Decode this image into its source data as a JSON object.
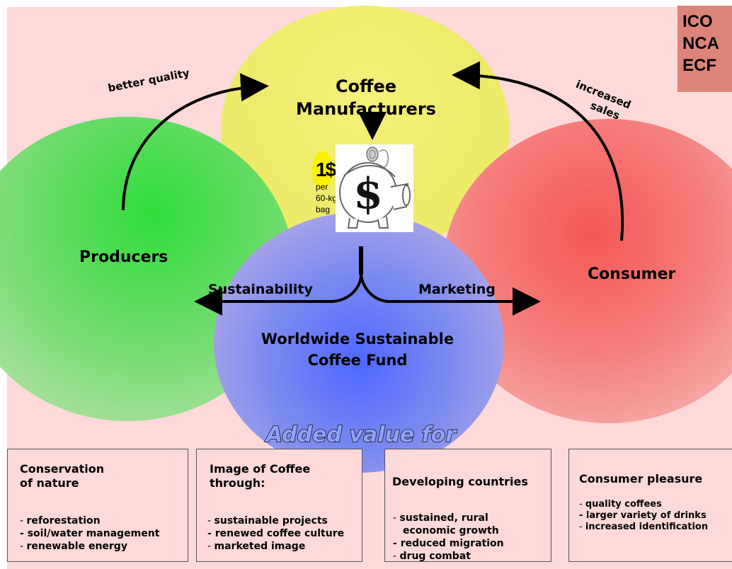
{
  "corner_labels": [
    "ICO",
    "NCA",
    "ECF"
  ],
  "nodes": {
    "manufacturers": [
      "Coffee",
      "Manufacturers"
    ],
    "producers": "Producers",
    "consumer": "Consumer",
    "fund": [
      "Worldwide Sustainable",
      "Coffee Fund"
    ]
  },
  "arrows": {
    "better_quality": "better quality",
    "increased_sales": [
      "increased",
      "sales"
    ],
    "sustainability": "Sustainability",
    "marketing": "Marketing"
  },
  "levy": {
    "coin": "1$",
    "unit": [
      "per",
      "60-kg",
      "bag"
    ]
  },
  "added_value_title": "Added value for",
  "panels": [
    {
      "title": [
        "Conservation",
        "of nature"
      ],
      "items": [
        "reforestation",
        "soil/water management",
        "renewable energy"
      ]
    },
    {
      "title": [
        "Image of Coffee",
        "through:"
      ],
      "items": [
        "sustainable projects",
        "renewed coffee culture",
        "marketed image"
      ]
    },
    {
      "title": [
        "Developing countries"
      ],
      "items": [
        "sustained, rural",
        "economic growth",
        "reduced migration",
        "drug combat"
      ]
    },
    {
      "title": [
        "Consumer pleasure"
      ],
      "items": [
        "quality coffees",
        "larger variety of drinks",
        "increased identification"
      ]
    }
  ],
  "colors": {
    "background": "#fdd9d9",
    "manufacturers": "#eeea6a",
    "producers": "#2fdc3a",
    "consumer": "#f45858",
    "fund": "#4f67ff",
    "corner_box": "#dd8478",
    "coin": "#fbf200",
    "added_value_text": "#8fa2ff"
  }
}
